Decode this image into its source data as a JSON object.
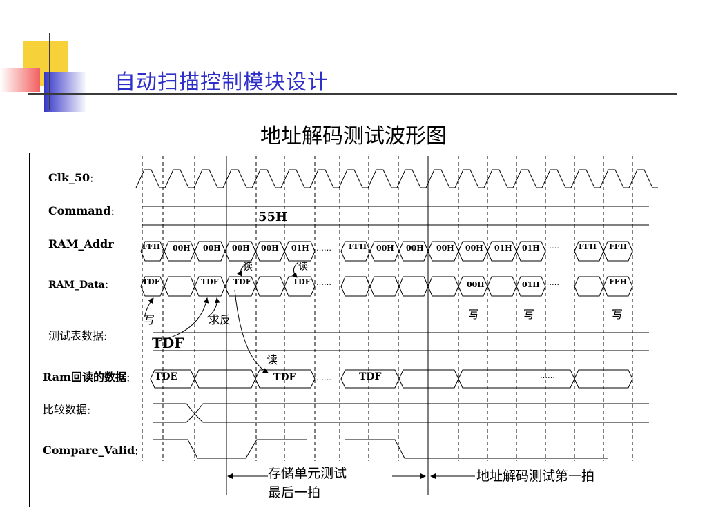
{
  "slide": {
    "title": "自动扫描控制模块设计",
    "diagram_title": "地址解码测试波形图",
    "accent_color": "#2e2ec8"
  },
  "signals": {
    "clk": "Clk_50",
    "command": "Command",
    "ram_addr": "RAM_Addr",
    "ram_data": "RAM_Data",
    "test_table": "测试表数据",
    "ram_readback": "Ram回读的数据",
    "compare": "比较数据",
    "compare_valid": "Compare_Valid"
  },
  "label_colon": "：",
  "command_value": "55H",
  "addr_values": [
    "FFH",
    "00H",
    "00H",
    "00H",
    "00H",
    "01H",
    "FFH",
    "00H",
    "00H",
    "00H",
    "00H",
    "01H",
    "01H",
    "FFH",
    "FFH"
  ],
  "data_values": [
    "TDF",
    "TDF",
    "TDF",
    "TDF",
    "00H",
    "01H",
    "FFH"
  ],
  "test_table_value": "TDF",
  "readback_values": [
    "TDE",
    "TDF",
    "TDF"
  ],
  "annotations": {
    "read": "读",
    "write": "写",
    "invert": "求反",
    "ellipsis": "……"
  },
  "captions": {
    "left_line1": "存储单元测试",
    "left_line2": "最后一拍",
    "right": "地址解码测试第一拍"
  }
}
